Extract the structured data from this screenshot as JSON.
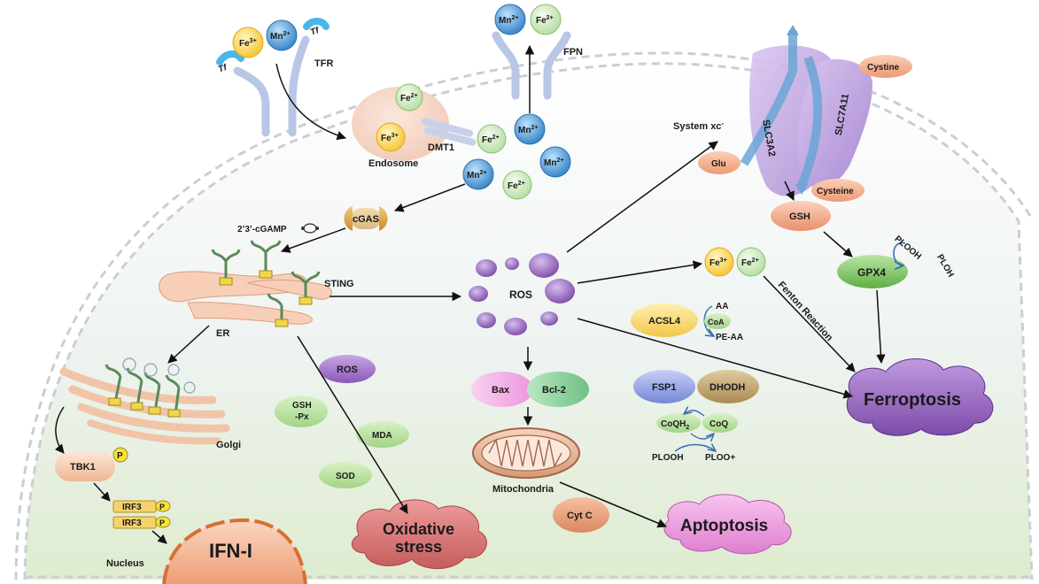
{
  "ions": {
    "fe3": "Fe",
    "fe3_sup": "3+",
    "fe2": "Fe",
    "fe2_sup": "2+",
    "mn2": "Mn",
    "mn2_sup": "2+"
  },
  "labels": {
    "tf": "Tf",
    "tfr": "TFR",
    "fpn": "FPN",
    "endosome": "Endosome",
    "dmt1": "DMT1",
    "cgas": "cGAS",
    "cgamp": "2’3’-cGAMP",
    "sting": "STING",
    "er": "ER",
    "golgi": "Golgi",
    "tbk1": "TBK1",
    "p": "P",
    "irf3": "IRF3",
    "nucleus": "Nucleus",
    "ifn": "IFN-I",
    "ros": "ROS",
    "bax": "Bax",
    "bcl2": "Bcl-2",
    "mitochondria": "Mitochondria",
    "cytc": "Cyt C",
    "apoptosis": "Aptoptosis",
    "gsh_px": "GSH",
    "gsh_px2": "-Px",
    "mda": "MDA",
    "sod": "SOD",
    "oxidative1": "Oxidative",
    "oxidative2": "stress",
    "system_xc": "System xc",
    "system_xc_sup": "-",
    "slc3a2": "SLC3A2",
    "slc7a11": "SLC7A11",
    "cystine": "Cystine",
    "glu": "Glu",
    "cysteine": "Cysteine",
    "gsh": "GSH",
    "gpx4": "GPX4",
    "plooh": "PLOOH",
    "ploh": "PLOH",
    "acsl4": "ACSL4",
    "aa": "AA",
    "coa": "CoA",
    "pe_aa": "PE-AA",
    "fenton": "Fenton Reaction",
    "fsp1": "FSP1",
    "dhodh": "DHODH",
    "coqh2": "CoQH",
    "coqh2_sub": "2",
    "coq": "CoQ",
    "plooh2": "PLOOH",
    "ploo": "PLOO+",
    "ferroptosis": "Ferroptosis"
  },
  "colors": {
    "fe3": "#f8cd3a",
    "fe2": "#c6e4b4",
    "mn2": "#3b8fd3",
    "ros": "#9a6bbd",
    "cgas": "#d9a04a",
    "tbk1": "#f5c9ad",
    "gsh": "#f2a882",
    "gpx4": "#86c86a",
    "acsl4": "#f8d36a",
    "fsp1": "#8f9fe0",
    "dhodh": "#b69a64",
    "bax": "#f1a6e4",
    "bcl2": "#8ed29c",
    "ferroptosis": "#9a6bbd",
    "apoptosis": "#e58ed6",
    "oxidative": "#cf6f6f",
    "membrane": "#cfd6e8"
  }
}
